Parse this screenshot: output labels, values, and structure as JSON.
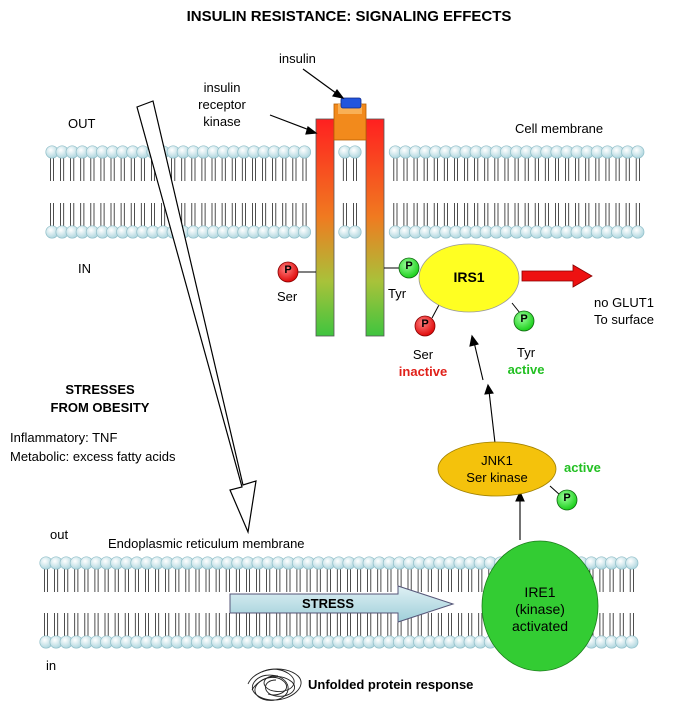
{
  "title": "INSULIN RESISTANCE: SIGNALING EFFECTS",
  "labels": {
    "insulin": "insulin",
    "receptor_line1": "insulin",
    "receptor_line2": "receptor",
    "receptor_line3": "kinase",
    "out_upper": "OUT",
    "in_upper": "IN",
    "cell_membrane": "Cell membrane",
    "ser": "Ser",
    "tyr": "Tyr",
    "p": "P",
    "irs1": "IRS1",
    "no_glut1_line1": "no GLUT1",
    "no_glut1_line2": "To surface",
    "ser_inactive_line1": "Ser",
    "ser_inactive_line2": "inactive",
    "tyr_active_line1": "Tyr",
    "tyr_active_line2": "active",
    "stresses_line1": "STRESSES",
    "stresses_line2": "FROM OBESITY",
    "inflammatory": "Inflammatory:   TNF",
    "metabolic": "Metabolic:  excess fatty acids",
    "jnk1_line1": "JNK1",
    "jnk1_line2": "Ser kinase",
    "jnk_active": "active",
    "out_lower": "out",
    "er_membrane": "Endoplasmic reticulum membrane",
    "in_lower": "in",
    "stress": "STRESS",
    "ire1_line1": "IRE1",
    "ire1_line2": "(kinase)",
    "ire1_line3": "activated",
    "upr": "Unfolded protein response"
  },
  "colors": {
    "membrane_head": "#b9dde4",
    "receptor_top": "#ff2020",
    "receptor_bottom": "#3fc43f",
    "insulin_orange": "#f28a1c",
    "insulin_blue": "#2255dd",
    "phospho_red": "#ee1111",
    "phospho_green": "#11dd11",
    "irs1_fill": "#ffff22",
    "jnk1_fill": "#f4c20c",
    "ire1_fill": "#33cc33",
    "stress_arrow": "#b9dde4",
    "red_arrow": "#ee1111"
  }
}
